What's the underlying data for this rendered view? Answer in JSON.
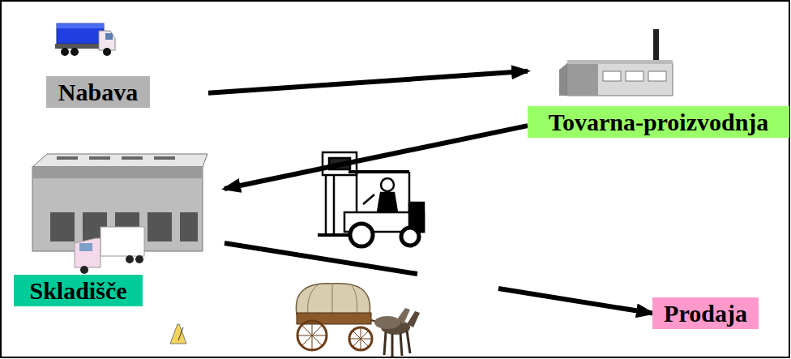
{
  "diagram": {
    "nodes": [
      {
        "text": [
          "Nabava"
        ]
      },
      {
        "text": [
          "Tovarna-proizvodnja"
        ]
      },
      {
        "text": [
          "Skladišče"
        ]
      },
      {
        "text": [
          "Prodaja"
        ]
      }
    ],
    "edges": [
      {
        "from": 0,
        "to": 1,
        "arrow": "to"
      },
      {
        "from": 1,
        "to": 2,
        "arrow": "to"
      },
      {
        "from": 2,
        "to": 3,
        "arrow": "to"
      }
    ]
  }
}
